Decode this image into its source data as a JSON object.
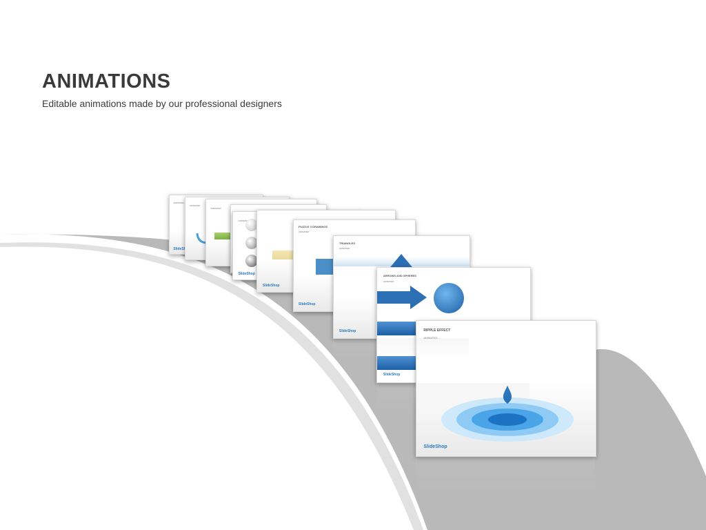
{
  "header": {
    "title": "ANIMATIONS",
    "subtitle": "Editable animations made by our professional designers"
  },
  "slides": [
    {
      "title": "",
      "sub": "ANIMATED"
    },
    {
      "title": "",
      "sub": "ANIMATED"
    },
    {
      "title": "",
      "sub": "ANIMATED"
    },
    {
      "title": "",
      "sub": "ANIMATED"
    },
    {
      "title": "",
      "sub": "ANIMATED"
    },
    {
      "title": "PUZZLE 3 DRAWINGS",
      "sub": "ANIMATED"
    },
    {
      "title": "TRIANGLES",
      "sub": "ANIMATED"
    },
    {
      "title": "ARROWS AND SPHERES",
      "sub": "ANIMATED"
    },
    {
      "title": "RIPPLE EFFECT",
      "sub": "ANIMATED"
    }
  ],
  "brand": {
    "logo_text": "SlideShop"
  },
  "colors": {
    "accent_blue": "#2a79c0",
    "arc_gray": "#b8b8b8"
  }
}
